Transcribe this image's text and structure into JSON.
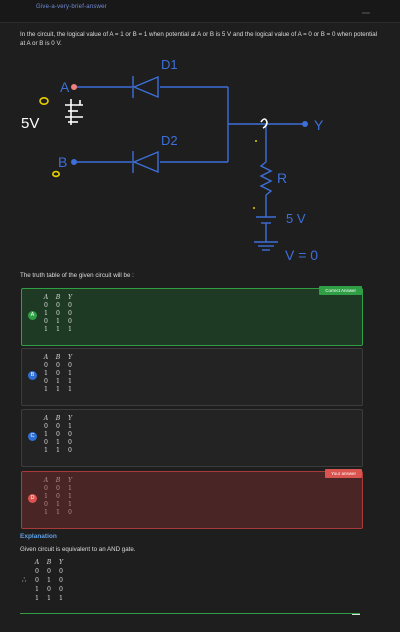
{
  "header": {
    "breadcrumb": "Give-a-very-brief-answer",
    "dots": "·  ·"
  },
  "question": {
    "text": "In the circuit, the logical value of A = 1 or B = 1 when potential at A or B is 5 V and the logical value of A = 0 or B = 0 when potential at A or B is 0 V."
  },
  "circuit": {
    "labels": {
      "A": "A",
      "B": "B",
      "D1": "D1",
      "D2": "D2",
      "Y": "Y",
      "R": "R",
      "v5": "5 V",
      "v0": "V = 0"
    },
    "annotations": {
      "supply": "5V",
      "zero_top": "0",
      "zero_bottom": "0"
    },
    "colors": {
      "wire": "#3d6fd8",
      "handwriting": "#ffffff",
      "dot_yellow": "#e8d000",
      "node_a": "#f08080"
    }
  },
  "truth_prompt": "The truth table of the given circuit will be :",
  "options": [
    {
      "letter": "A",
      "status": "correct",
      "badge": "Correct Answer",
      "headers": [
        "A",
        "B",
        "Y"
      ],
      "rows": [
        [
          "0",
          "0",
          "0"
        ],
        [
          "1",
          "0",
          "0"
        ],
        [
          "0",
          "1",
          "0"
        ],
        [
          "1",
          "1",
          "1"
        ]
      ]
    },
    {
      "letter": "B",
      "status": "normal",
      "badge": "",
      "headers": [
        "A",
        "B",
        "Y"
      ],
      "rows": [
        [
          "0",
          "0",
          "0"
        ],
        [
          "1",
          "0",
          "1"
        ],
        [
          "0",
          "1",
          "1"
        ],
        [
          "1",
          "1",
          "1"
        ]
      ]
    },
    {
      "letter": "C",
      "status": "normal",
      "badge": "",
      "headers": [
        "A",
        "B",
        "Y"
      ],
      "rows": [
        [
          "0",
          "0",
          "1"
        ],
        [
          "1",
          "0",
          "0"
        ],
        [
          "0",
          "1",
          "0"
        ],
        [
          "1",
          "1",
          "0"
        ]
      ]
    },
    {
      "letter": "D",
      "status": "wrong",
      "badge": "Your answer",
      "headers": [
        "A",
        "B",
        "Y"
      ],
      "rows": [
        [
          "0",
          "0",
          "1"
        ],
        [
          "1",
          "0",
          "1"
        ],
        [
          "0",
          "1",
          "1"
        ],
        [
          "1",
          "1",
          "0"
        ]
      ]
    }
  ],
  "explanation": {
    "title": "Explanation",
    "text": "Given circuit is equivalent to an AND gate.",
    "therefore": "∴",
    "headers": [
      "A",
      "B",
      "Y"
    ],
    "rows": [
      [
        "0",
        "0",
        "0"
      ],
      [
        "0",
        "1",
        "0"
      ],
      [
        "1",
        "0",
        "0"
      ],
      [
        "1",
        "1",
        "1"
      ]
    ]
  },
  "colors": {
    "correct": "#2f9e44",
    "wrong": "#d9534f",
    "option_blue": "#2f6fd6"
  }
}
